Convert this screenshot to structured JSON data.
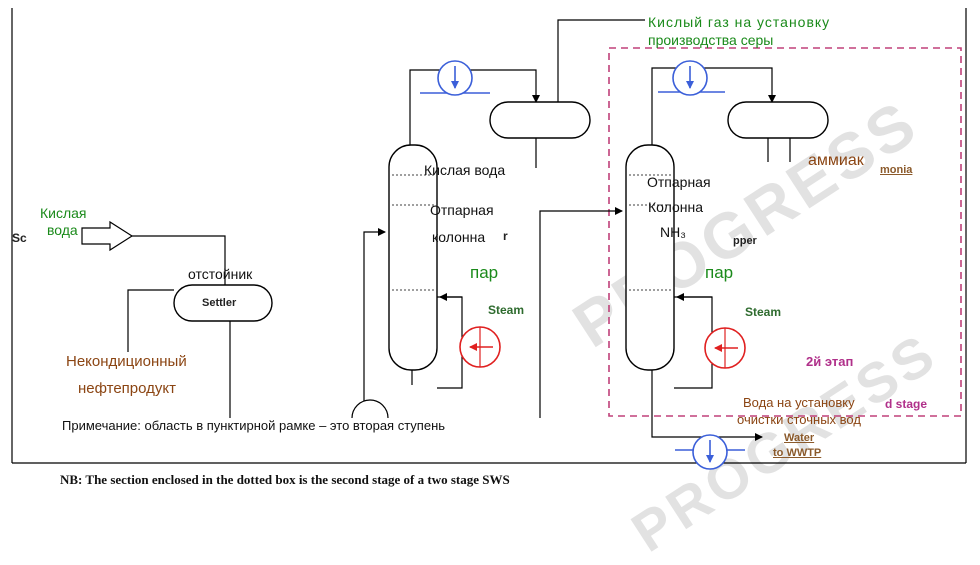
{
  "watermarks": {
    "progress_main": "PROGRESS",
    "progress_lower": "PROGRESS"
  },
  "labels": {
    "sour_gas_ru": "Кислый   газ   на   установку",
    "sour_gas_ru_2": "производства серы",
    "sour_water_ru": "Кислая",
    "sour_water_ru_2": "вода",
    "sour_water_en_fragment": "Sc",
    "settler_ru": "отстойник",
    "settler_en": "Settler",
    "offspec_ru": "Некондиционный",
    "offspec_ru_2": "нефтепродукт",
    "col1_sour_water_ru": "Кислая вода",
    "col1_stripper_ru": "Отпарная",
    "col1_stripper_ru_2": "колонна",
    "col1_fragment": "r",
    "col1_steam_ru": "пар",
    "col1_steam_en": "Steam",
    "col2_stripper_ru": "Отпарная",
    "col2_stripper_ru_2": "Колонна",
    "col2_nh3": "NH₃",
    "col2_stripper_en_fragment": "pper",
    "col2_steam_ru": "пар",
    "col2_steam_en": "Steam",
    "ammonia_ru": "аммиак",
    "ammonia_en_fragment": "monia",
    "second_stage_ru": "2й этап",
    "second_stage_en_fragment": "d stage",
    "wwtp_ru": "Вода на установку",
    "wwtp_ru_2": "очистки сточных вод",
    "wwtp_en": "Water",
    "wwtp_en_2": "to WWTP",
    "note_ru": "Примечание: область в пунктирной рамке – это вторая ступень",
    "footnote_en": "NB: The section enclosed in the dotted box is the second stage of a two stage SWS"
  },
  "colors": {
    "line": "#000000",
    "cooler": "#3b5fd9",
    "heater": "#e02020",
    "dashed_box": "#c0407a",
    "ru_green": "#1a8a1a",
    "ru_brown": "#8b4513",
    "en_pink": "#b0308a"
  }
}
